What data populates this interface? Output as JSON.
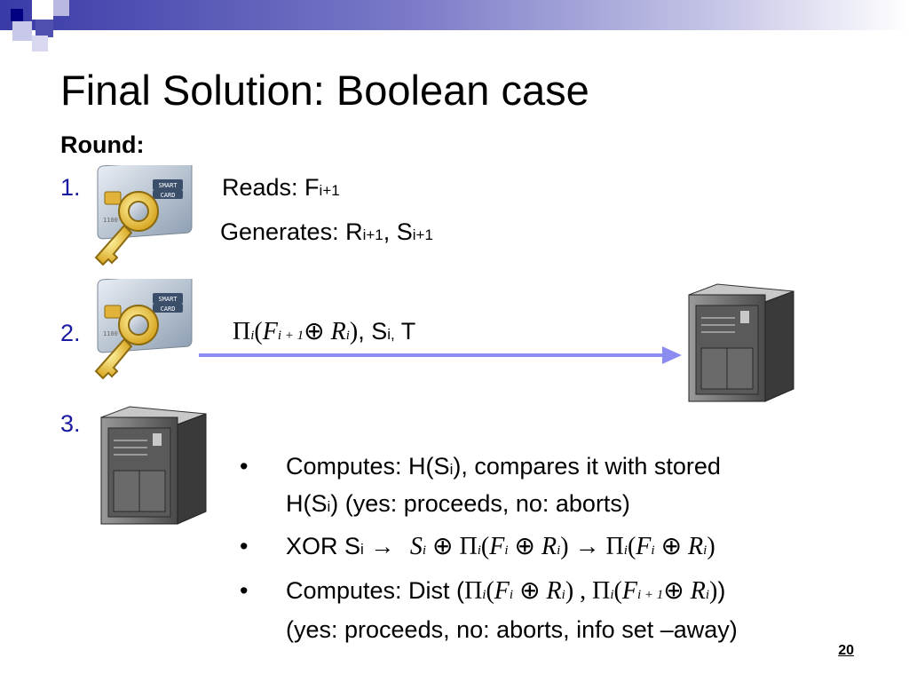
{
  "header": {
    "accent": "#3a3aa8"
  },
  "title": "Final Solution: Boolean case",
  "round_label": "Round:",
  "steps": [
    {
      "num": "1.",
      "reads_label": "Reads: F",
      "reads_sub": "i+1",
      "gen_label": "Generates: R",
      "gen_sub1": "i+1",
      "gen_sep": ", S",
      "gen_sub2": "i+1"
    },
    {
      "num": "2.",
      "msg_tail": ", S",
      "msg_sub": "i,",
      "msg_T": " T"
    },
    {
      "num": "3."
    }
  ],
  "card": {
    "line1": "SMART",
    "line2": "CARD",
    "number": "1100"
  },
  "bullets": {
    "b1_a": "Computes: H(S",
    "b1_sub": "i",
    "b1_b": "), compares it with stored",
    "b1_c": "H(S",
    "b1_sub2": "i",
    "b1_d": ") (yes: proceeds, no: aborts)",
    "b2_a": "XOR S",
    "b2_sub": "i",
    "b2_arrow": " →",
    "b3_a": "Computes: Dist (",
    "b3_end": ")",
    "b3_line2": "(yes: proceeds, no: aborts, info set –away)"
  },
  "page_number": "20",
  "colors": {
    "arrow": "#8c8cf0",
    "number": "#1a1aa0"
  }
}
